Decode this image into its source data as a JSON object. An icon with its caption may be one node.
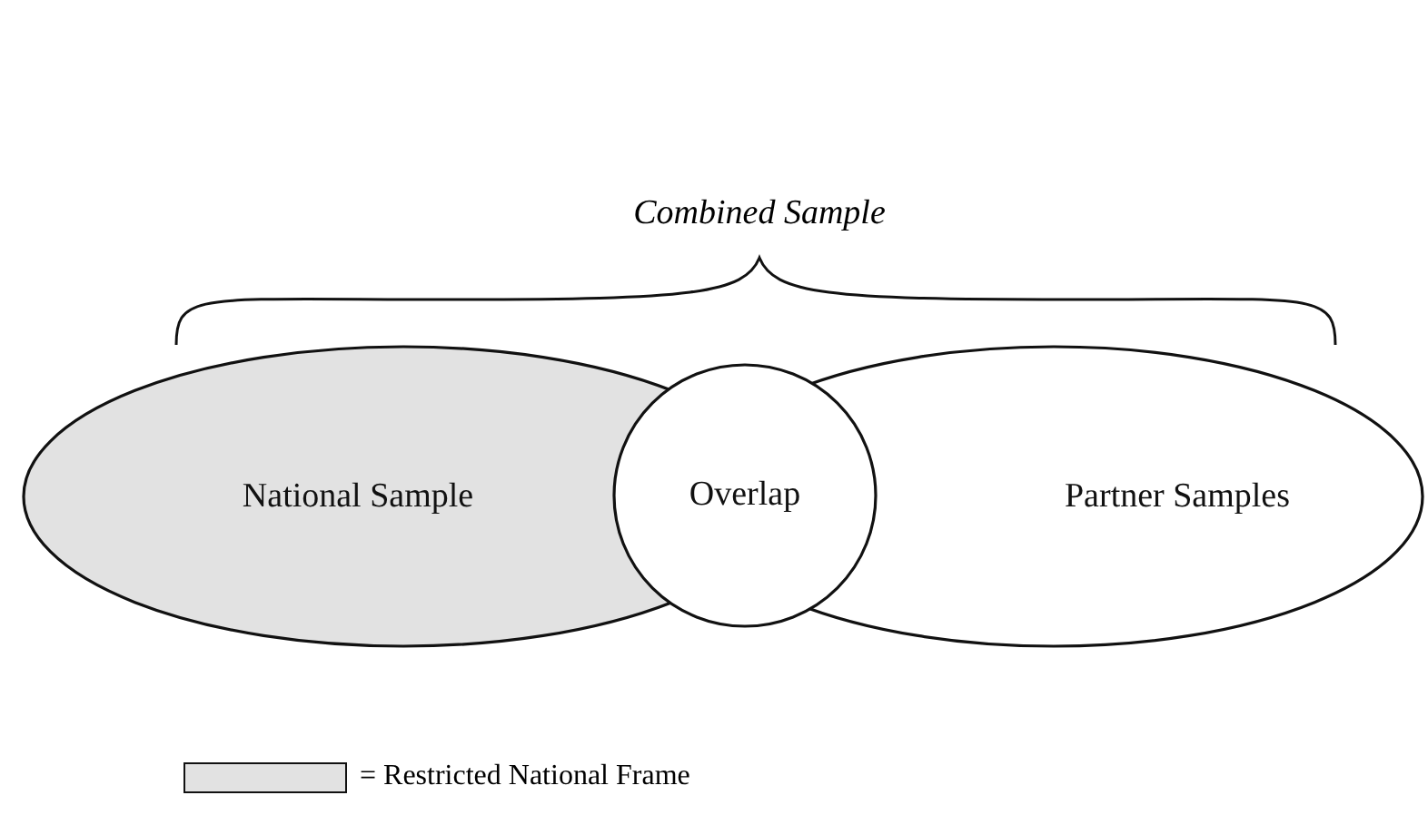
{
  "diagram": {
    "nodes": [
      {
        "text": [
          "National Sample"
        ]
      },
      {
        "text": [
          "Overlap"
        ]
      },
      {
        "text": [
          "Partner Samples"
        ]
      }
    ],
    "edges": [],
    "labels": [
      "Combined Sample"
    ],
    "legend": [
      {
        "text": "= Restricted National Frame",
        "color": "#e2e2e2"
      }
    ]
  }
}
